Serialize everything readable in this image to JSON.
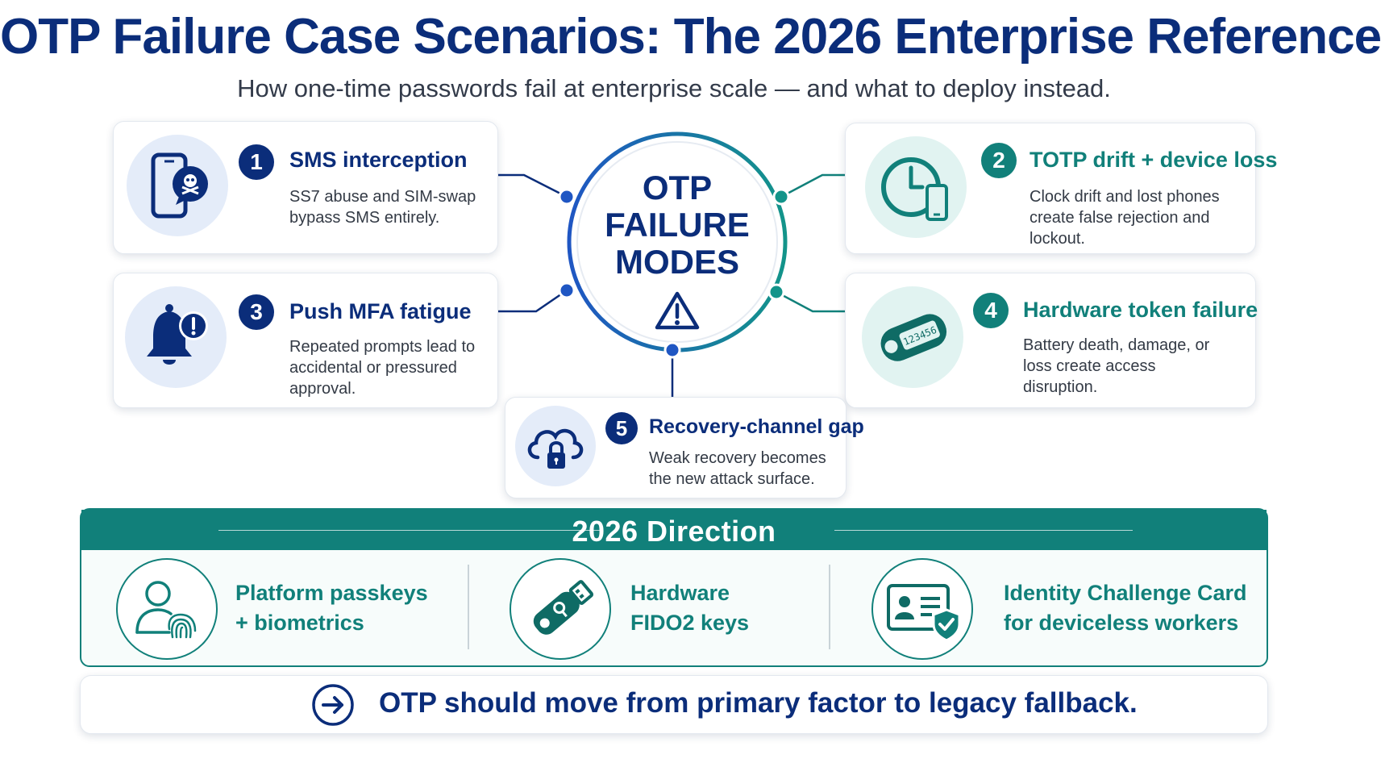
{
  "title": "OTP Failure Case Scenarios: The 2026 Enterprise Reference",
  "subtitle": "How one-time passwords fail at enterprise scale — and what to deploy instead.",
  "hub": {
    "line1": "OTP",
    "line2": "FAILURE",
    "line3": "MODES",
    "icon": "warning-icon"
  },
  "modes": [
    {
      "num": "1",
      "title": "SMS interception",
      "desc": "SS7 abuse and SIM-swap bypass SMS entirely.",
      "icon": "phone-skull-icon",
      "color": "#0b2d7a"
    },
    {
      "num": "2",
      "title": "TOTP drift + device loss",
      "desc": "Clock drift and lost phones create false rejection and lockout.",
      "icon": "clock-phone-icon",
      "color": "#11807a"
    },
    {
      "num": "3",
      "title": "Push MFA fatigue",
      "desc": "Repeated prompts lead to accidental or pressured approval.",
      "icon": "bell-alert-icon",
      "color": "#0b2d7a"
    },
    {
      "num": "4",
      "title": "Hardware token failure",
      "desc": "Battery death, damage, or loss create access disruption.",
      "icon": "hardware-token-icon",
      "token_code": "123456",
      "color": "#11807a"
    },
    {
      "num": "5",
      "title": "Recovery-channel gap",
      "desc": "Weak recovery becomes the new attack surface.",
      "icon": "cloud-lock-icon",
      "color": "#0b2d7a"
    }
  ],
  "direction": {
    "title": "2026 Direction",
    "options": [
      {
        "line1": "Platform passkeys",
        "line2": "+ biometrics",
        "icon": "user-fingerprint-icon"
      },
      {
        "line1": "Hardware",
        "line2": "FIDO2 keys",
        "icon": "usb-key-icon"
      },
      {
        "line1": "Identity Challenge Card",
        "line2": "for deviceless workers",
        "icon": "id-card-shield-icon"
      }
    ]
  },
  "footer": {
    "text": "OTP should move from primary factor to legacy fallback.",
    "icon": "arrow-right-circle-icon"
  },
  "colors": {
    "navy": "#0b2d7a",
    "teal": "#11807a",
    "hub_blue": "#1f56c3"
  }
}
